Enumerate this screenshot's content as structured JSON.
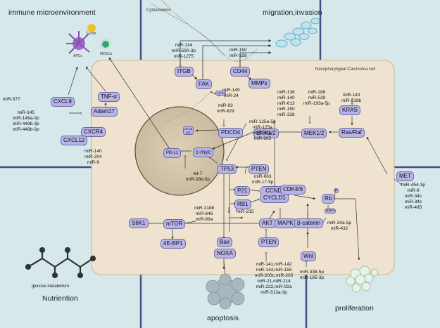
{
  "titles": {
    "immune": "immune microenvironment",
    "migration": "migration,invasion",
    "nutrition": "Nutriention",
    "apoptosis": "apoptosis",
    "proliferation": "proliferation",
    "cytoskeleton": "Cytoskeleton",
    "cell": "Nasopharyngeal Carcinoma cell"
  },
  "labels": {
    "t_cells": "T cells",
    "apcs": "APCs",
    "mdscs": "MDSCs",
    "glucose": "glucose metabolism"
  },
  "nodes": {
    "cxcl9": "CXCL9",
    "tnf": "TNF-α",
    "adam17": "Adam17",
    "cxcr4": "CXCR4",
    "cxcl12": "CXCL12",
    "itgb": "ITGB",
    "fak": "FAK",
    "cd44": "CD44",
    "mmps": "MMPs",
    "fscn": "FSCN",
    "pdcd4": "PDCD4",
    "pdl1": "PD-L1",
    "cmyc": "c-myc",
    "tp53": "TP53",
    "pten_mid": "PTEN",
    "erk": "ERK1/2",
    "mek": "MEK1/2",
    "kras": "KRAS",
    "rasraf": "Ras/Raf",
    "met": "MET",
    "p21": "P21",
    "rb1": "RB1",
    "ccnd": "CCND/\nCYCLD1",
    "cdk": "CDK4/6",
    "rb": "Rb",
    "p": "p",
    "e2f3": "E2F3",
    "s6k1": "S6K1",
    "mtor": "mTOR",
    "ebp1": "4E-BP1",
    "akt": "AKT",
    "mapk": "MAPK",
    "bcat": "β-catenin",
    "bax": "Bax",
    "noxa": "NOXA",
    "pten_low": "PTEN",
    "wnt": "Wnt",
    "nfkb": "NF-κB\np51"
  },
  "mirs": {
    "m577": [
      "miR-577"
    ],
    "m145": [
      "miR-145",
      "miR-148a-3p",
      "miR-449b-3p",
      "miR-449b-3p"
    ],
    "m140": [
      "miR-140",
      "miR-204",
      "miR-9"
    ],
    "m134": [
      "miR-134",
      "miR-590-3p",
      "miR-1275"
    ],
    "m150a": [
      "miR-150",
      "miR-328"
    ],
    "m145b": [
      "miR-145",
      "miR-24"
    ],
    "m93": [
      "miR-93",
      "miR-629"
    ],
    "m138": [
      "miR-138",
      "miR-140",
      "miR-613",
      "miR-150",
      "miR-328"
    ],
    "m188": [
      "miR-188",
      "miR-539",
      "miR-193a-5p"
    ],
    "m143": [
      "miR-143",
      "miR-216b"
    ],
    "m125": [
      "miR-125a-5p",
      "miR-125a",
      "miR-34a",
      "miR-205"
    ],
    "let7": [
      "let-7",
      "miR-33b-5p"
    ],
    "m663": [
      "miR-663",
      "miR-17-5p"
    ],
    "m215": [
      "miR-215"
    ],
    "m3188": [
      "miR-3188",
      "miR-646",
      "miR-99a"
    ],
    "m34a": [
      "miR-34a-5p",
      "miR-432"
    ],
    "m454": [
      "miR-454-3p",
      "miR-9",
      "miR-34c",
      "miR-34c",
      "miR-495"
    ],
    "m141": [
      "miR-141,miR-142",
      "miR-144,miR-155",
      "miR-200c,miR-205",
      "miR-21,miR-214",
      "miR-222,miR-92a",
      "miR-513a-3p"
    ],
    "m338": [
      "miR-338-5p",
      "miR-185-3p"
    ]
  },
  "colors": {
    "background": "#d6e8ea",
    "cell": "#efe3cf",
    "nucleus": "#d6c8af",
    "node_fill": "#b6b3e6",
    "node_border": "#6d69a8",
    "divider": "#4e4a86"
  }
}
